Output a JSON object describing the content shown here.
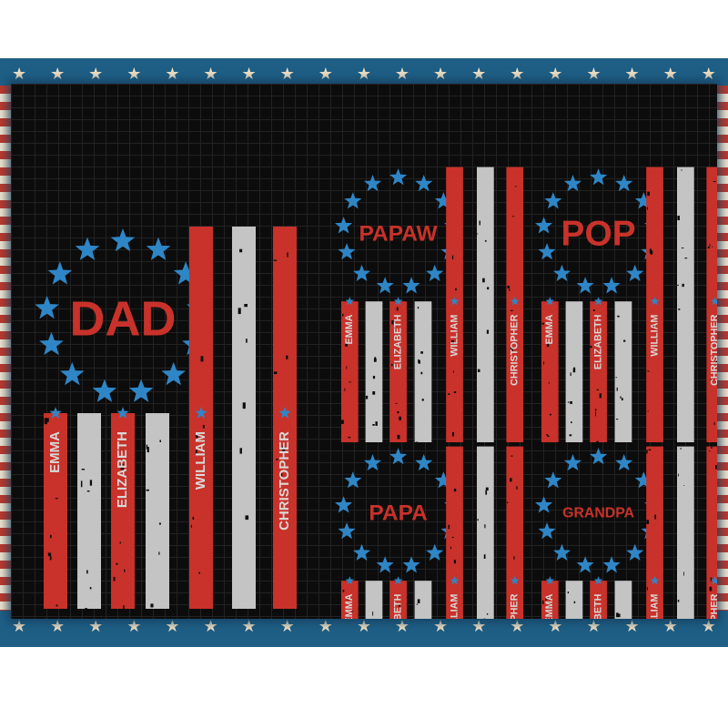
{
  "designs": [
    {
      "title": "DAD",
      "names": [
        "EMMA",
        "ELIZABETH",
        "WILLIAM",
        "CHRISTOPHER"
      ]
    },
    {
      "title": "PAPAW",
      "names": [
        "EMMA",
        "ELIZABETH",
        "WILLIAM",
        "CHRISTOPHER"
      ]
    },
    {
      "title": "POP",
      "names": [
        "EMMA",
        "ELIZABETH",
        "WILLIAM",
        "CHRISTOPHER"
      ]
    },
    {
      "title": "PAPA",
      "names": [
        "EMMA",
        "ELIZABETH",
        "WILLIAM",
        "CHRISTOPHER"
      ]
    },
    {
      "title": "GRANDPA",
      "names": [
        "EMMA",
        "ELIZABETH",
        "WILLIAM",
        "CHRISTOPHER"
      ]
    }
  ],
  "colors": {
    "red": "#c8322a",
    "white": "#c4c4c4",
    "blue": "#2f86c6",
    "border": "#1f5f86",
    "stripe_cream": "#f4e6d0"
  },
  "icons": [
    "star-icon"
  ]
}
